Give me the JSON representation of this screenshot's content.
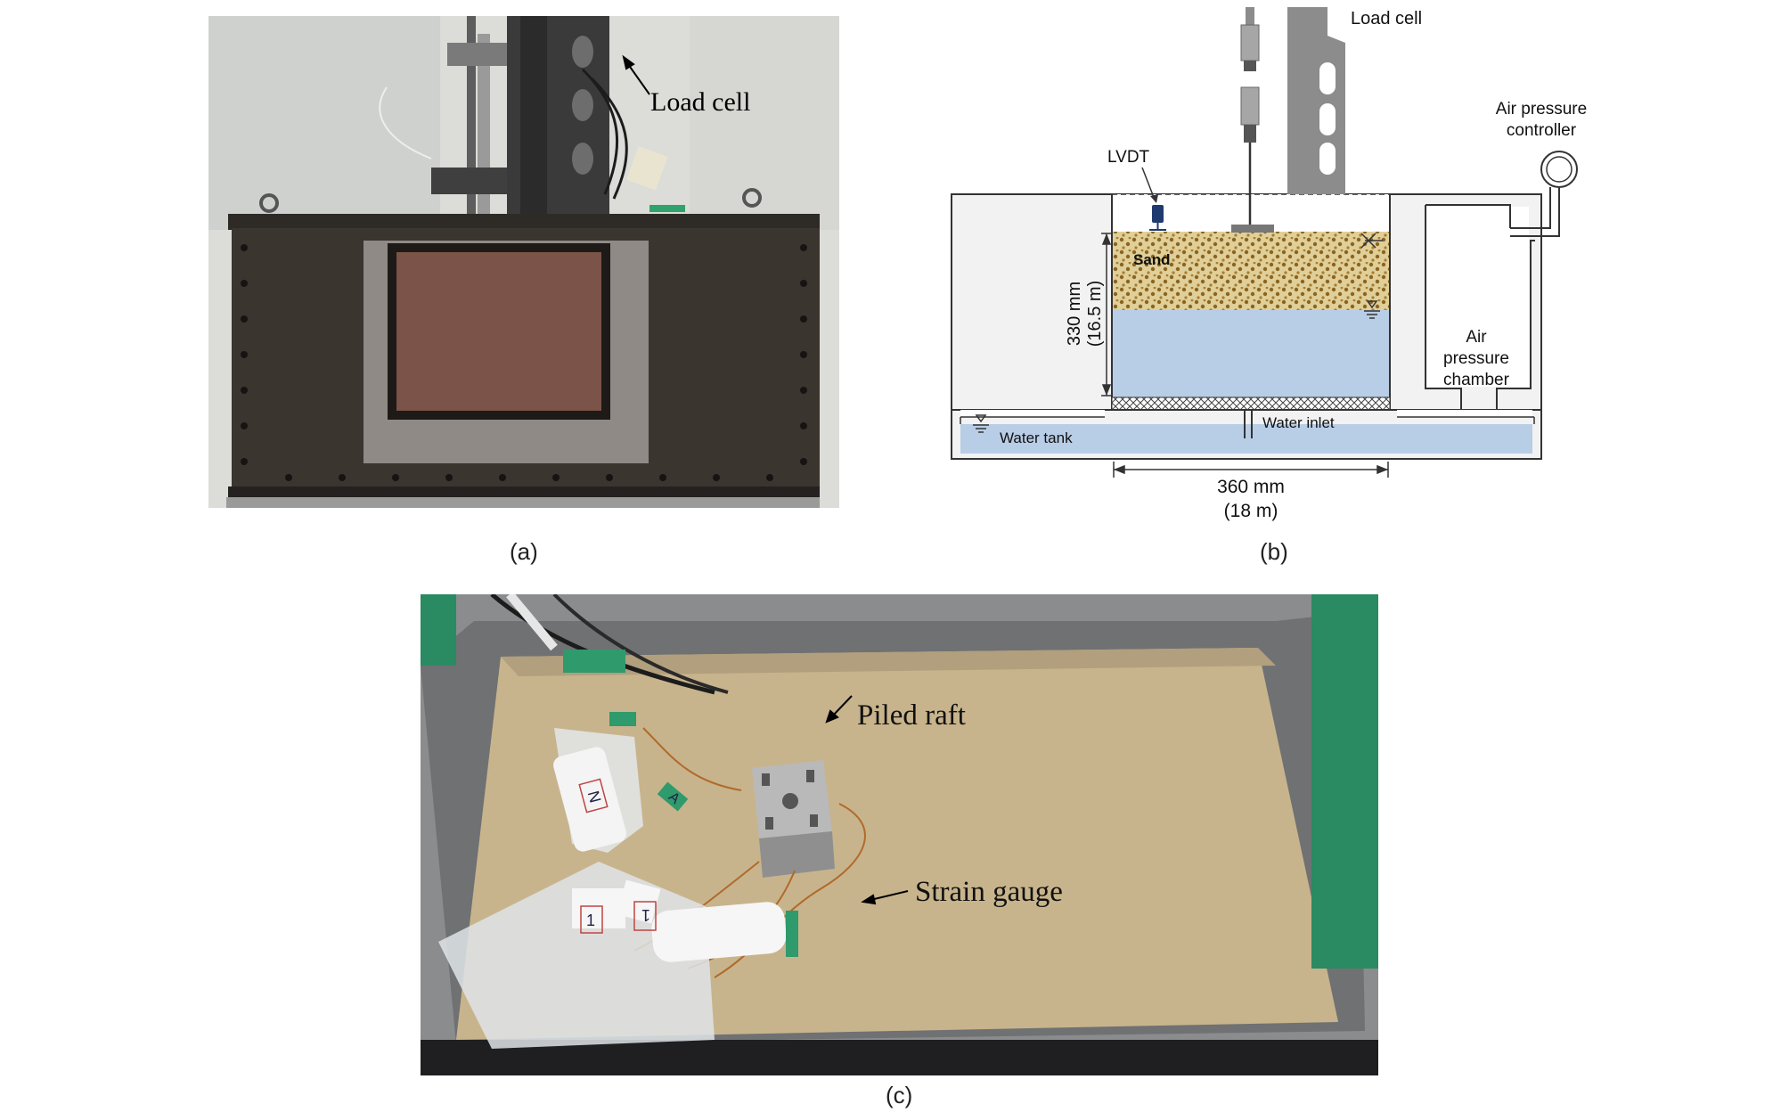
{
  "panel_a": {
    "caption": "(a)",
    "callout": "Load cell"
  },
  "panel_b": {
    "caption": "(b)",
    "labels": {
      "load_cell": "Load cell",
      "lvdt": "LVDT",
      "air_pressure_controller_1": "Air pressure",
      "air_pressure_controller_2": "controller",
      "sand": "Sand",
      "height_mm": "330 mm",
      "height_m": "(16.5 m)",
      "chamber_1": "Air",
      "chamber_2": "pressure",
      "chamber_3": "chamber",
      "water_inlet": "Water inlet",
      "water_tank": "Water tank",
      "width_mm": "360 mm",
      "width_m": "(18 m)"
    },
    "colors": {
      "sand": "#e0cf98",
      "sand_dots": "#8a6420",
      "water": "#b8cde6",
      "load_cell": "#8c8c8c",
      "lvdt": "#1f3a6e"
    }
  },
  "panel_c": {
    "caption": "(c)",
    "callout_raft": "Piled raft",
    "callout_gauge": "Strain gauge",
    "tag_labels": [
      "N",
      "A",
      "1",
      "1"
    ]
  }
}
